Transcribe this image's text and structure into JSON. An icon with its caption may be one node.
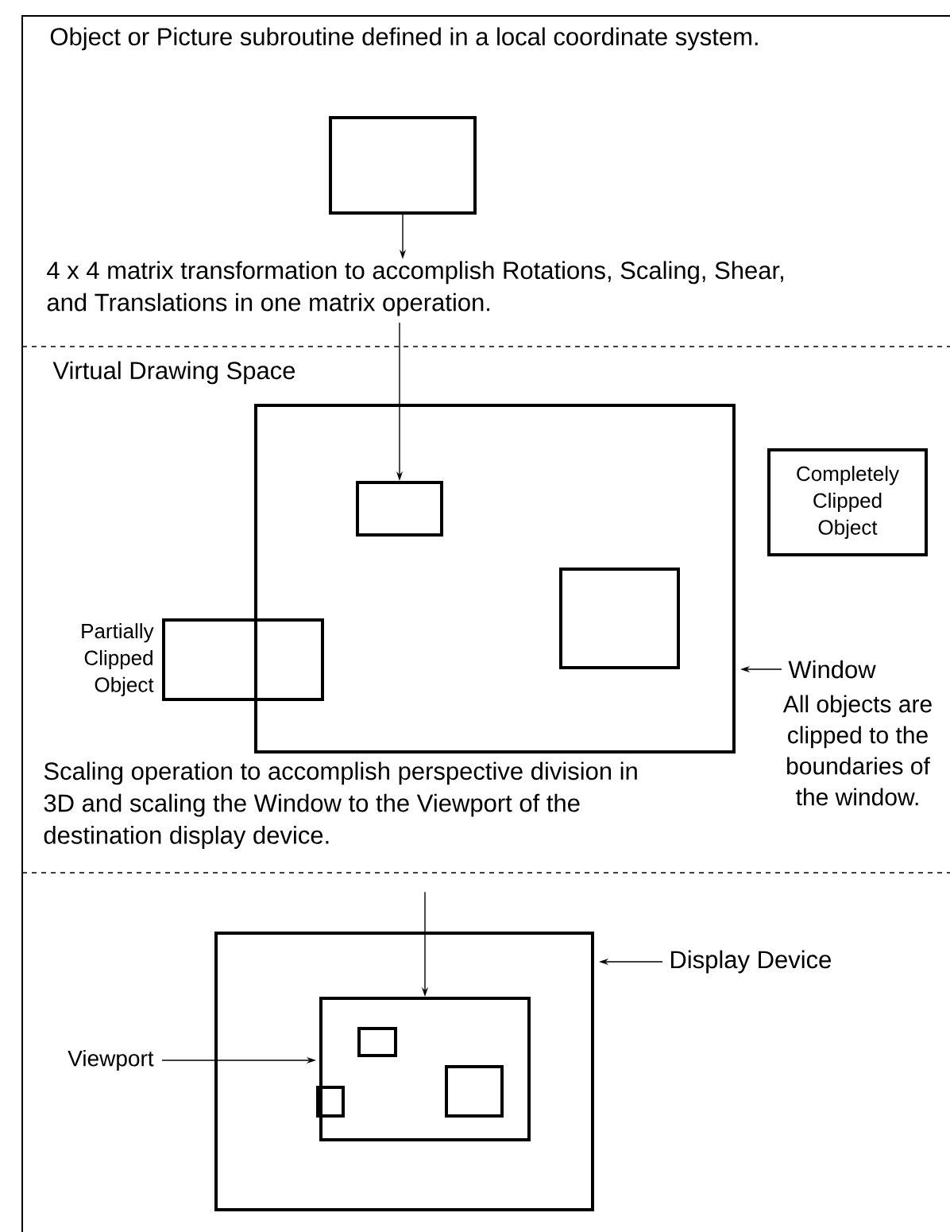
{
  "diagram": {
    "nodes": [
      {
        "text": [],
        "shape": "box"
      },
      {
        "text": [
          "4 x 4 matrix transformation to accomplish Rotations, Scaling, Shear, and Translations in one matrix operation."
        ]
      },
      {
        "text": [],
        "shape": "box"
      },
      {
        "text": [],
        "shape": "box",
        "in": 2
      },
      {
        "text": [],
        "shape": "box",
        "in": 2
      },
      {
        "text": [],
        "shape": "box",
        "beside": [
          "Partially Clipped Object"
        ]
      },
      {
        "text": [
          "Completely Clipped Object"
        ]
      },
      {
        "text": [
          "Window"
        ]
      },
      {
        "text": [
          "Scaling operation to accomplish perspective division in 3D and scaling the Window to the Viewport of the destination display device."
        ]
      },
      {
        "text": [],
        "shape": "box"
      },
      {
        "text": [],
        "shape": "box",
        "in": 9
      },
      {
        "text": [],
        "shape": "box",
        "in": 10
      },
      {
        "text": [],
        "shape": "box",
        "in": 9
      },
      {
        "text": [],
        "shape": "box",
        "in": 10
      },
      {
        "text": [
          "Display Device"
        ]
      },
      {
        "text": [
          "Viewport"
        ]
      }
    ],
    "edges": [
      {
        "from": 0,
        "to": 1,
        "arrow": "to"
      },
      {
        "from": 1,
        "to": 3,
        "arrow": "to"
      },
      {
        "from": 7,
        "to": 2,
        "arrow": "to"
      },
      {
        "from": 8,
        "to": 10,
        "arrow": "to"
      },
      {
        "from": 14,
        "to": 9,
        "arrow": "to"
      },
      {
        "from": 15,
        "to": 10,
        "arrow": "to"
      }
    ],
    "labels": [
      "Object or Picture subroutine defined in a local coordinate system.",
      "Virtual Drawing Space",
      "All objects are clipped to the boundaries of the window."
    ]
  }
}
